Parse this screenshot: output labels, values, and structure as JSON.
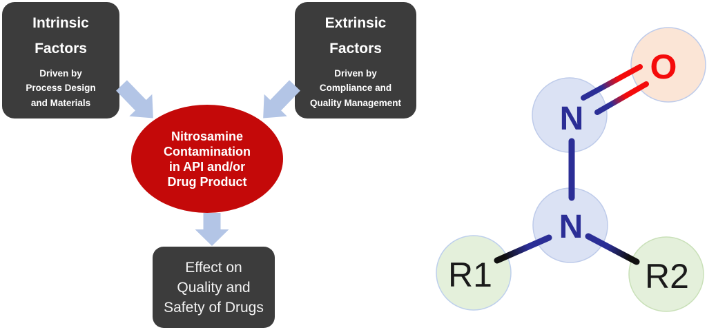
{
  "figure": {
    "intrinsic": {
      "title": [
        "Intrinsic",
        "Factors"
      ],
      "subtitle": [
        "Driven by",
        "Process Design",
        "and Materials"
      ]
    },
    "extrinsic": {
      "title": [
        "Extrinsic",
        "Factors"
      ],
      "subtitle": [
        "Driven by",
        "Compliance and",
        "Quality Management"
      ]
    },
    "hazard": {
      "lines": [
        "Nitrosamine",
        "Contamination",
        "in API and/or",
        "Drug Product"
      ]
    },
    "outcome": {
      "lines": [
        "Effect on",
        "Quality and",
        "Safety of Drugs"
      ]
    }
  },
  "molecule": {
    "labels": {
      "n_top": "N",
      "o": "O",
      "n_center": "N",
      "r1": "R1",
      "r2": "R2"
    }
  },
  "colors": {
    "box_gray": "#3C3C3C",
    "ellipse_red": "#C40909",
    "arrow_blue": "#B3C5E6",
    "bond_navy": "#2B2E96",
    "oxygen_red": "#F40B0B",
    "atom_blue_fill": "#DBE2F4",
    "atom_peach_fill": "#FBE5D6",
    "atom_green_fill": "#E4F0DB",
    "atom_black_label": "#1A1A1A"
  }
}
